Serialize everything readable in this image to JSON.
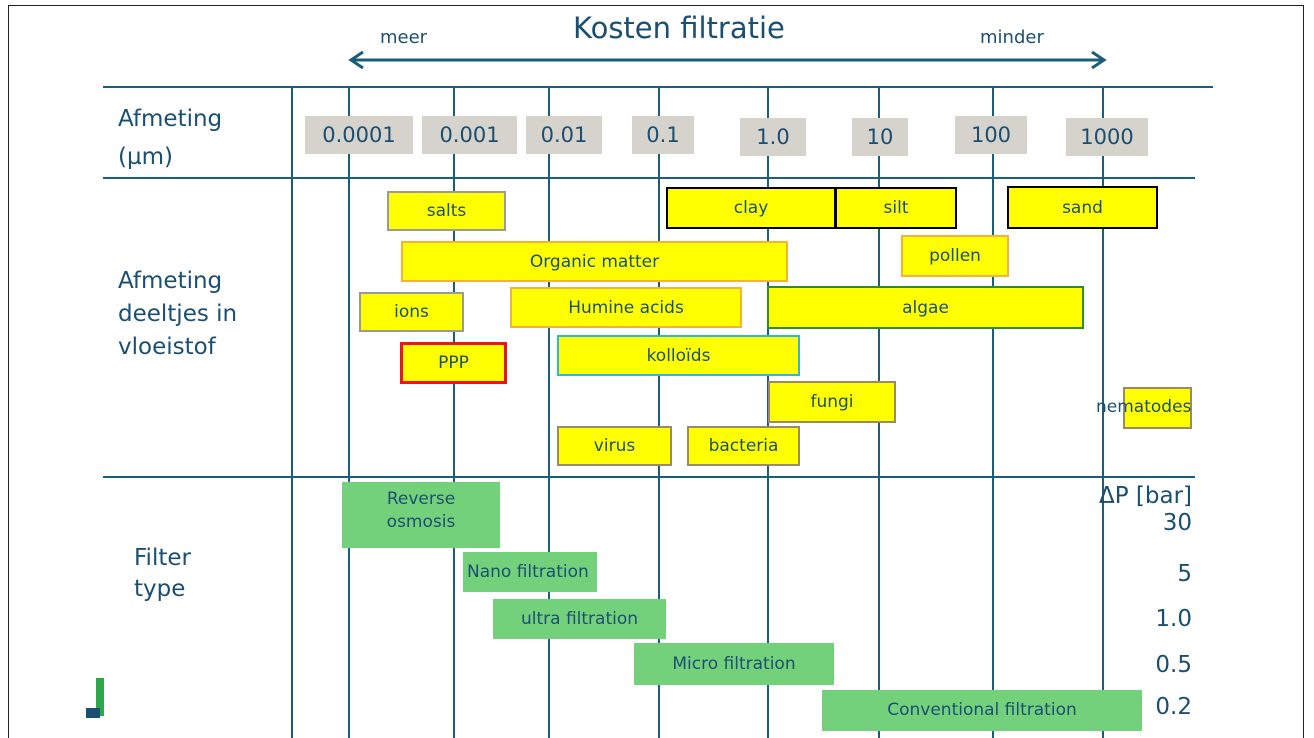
{
  "header": {
    "title": "Kosten filtratie",
    "more_label": "meer",
    "less_label": "minder"
  },
  "rows": {
    "size_label_line1": "Afmeting",
    "size_label_line2": "(µm)",
    "particles_label_line1": "Afmeting",
    "particles_label_line2": "deeltjes in",
    "particles_label_line3": "vloeistof",
    "filter_label_line1": "Filter",
    "filter_label_line2": "type"
  },
  "scale": [
    "0.0001",
    "0.001",
    "0.01",
    "0.1",
    "1.0",
    "10",
    "100",
    "1000"
  ],
  "particles": {
    "salts": "salts",
    "clay": "clay",
    "silt": "silt",
    "sand": "sand",
    "organic_matter": "Organic matter",
    "pollen": "pollen",
    "ions": "ions",
    "humine_acids": "Humine acids",
    "algae": "algae",
    "ppp": "PPP",
    "kolloids": "kolloïds",
    "fungi": "fungi",
    "nematodes": "nematodes",
    "virus": "virus",
    "bacteria": "bacteria"
  },
  "filters": {
    "reverse_osmosis_line1": "Reverse",
    "reverse_osmosis_line2": "osmosis",
    "nano": "Nano filtration",
    "ultra": "ultra filtration",
    "micro": "Micro filtration",
    "conventional": "Conventional filtration"
  },
  "pressure": {
    "header": "ΔP [bar]",
    "values": [
      "30",
      "5",
      "1.0",
      "0.5",
      "0.2"
    ]
  },
  "colors": {
    "line": "#1b5e7a",
    "text": "#1b4f72",
    "particle_fill": "#ffff00",
    "filter_fill": "#74d17b",
    "scale_fill": "#d6d2cc"
  }
}
